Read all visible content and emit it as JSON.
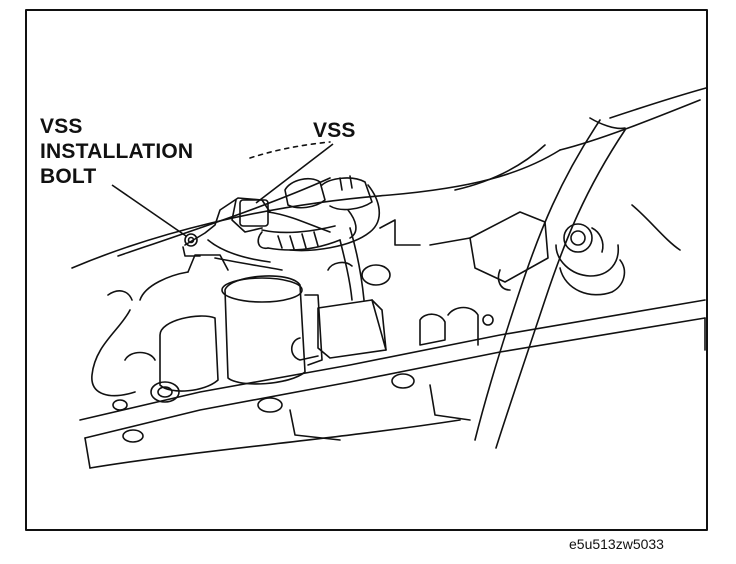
{
  "labels": {
    "bolt_line1": "VSS",
    "bolt_line2": "INSTALLATION",
    "bolt_line3": "BOLT",
    "sensor": "VSS"
  },
  "figure_code": "e5u513zw5033",
  "colors": {
    "ink": "#111111",
    "background": "#ffffff"
  }
}
